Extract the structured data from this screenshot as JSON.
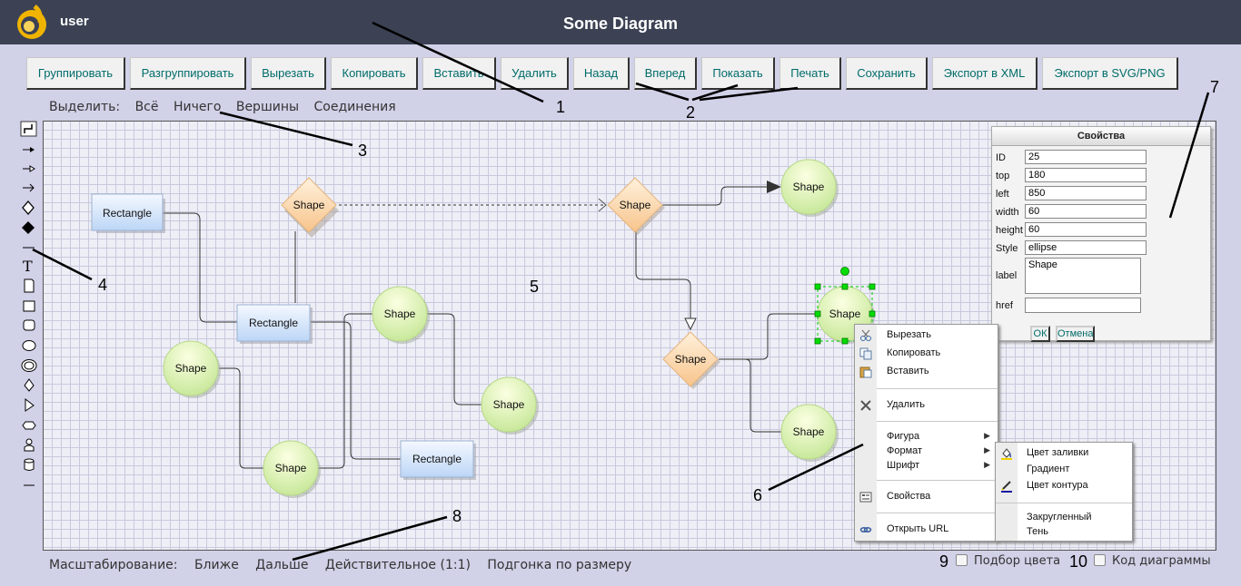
{
  "header": {
    "user": "user",
    "title": "Some Diagram"
  },
  "toolbar": {
    "buttons": [
      {
        "key": "group",
        "label": "Группировать"
      },
      {
        "key": "ungroup",
        "label": "Разгруппировать"
      },
      {
        "key": "cut",
        "label": "Вырезать"
      },
      {
        "key": "copy",
        "label": "Копировать"
      },
      {
        "key": "paste",
        "label": "Вставить"
      },
      {
        "key": "delete",
        "label": "Удалить"
      },
      {
        "key": "back",
        "label": "Назад"
      },
      {
        "key": "forward",
        "label": "Вперед"
      },
      {
        "key": "show",
        "label": "Показать"
      },
      {
        "key": "print",
        "label": "Печать"
      },
      {
        "key": "save",
        "label": "Сохранить"
      },
      {
        "key": "export-xml",
        "label": "Экспорт в XML"
      },
      {
        "key": "export-svg",
        "label": "Экспорт в SVG/PNG"
      }
    ]
  },
  "select_bar": {
    "label": "Выделить:",
    "all": "Всё",
    "none": "Ничего",
    "vertices": "Вершины",
    "edges": "Соединения"
  },
  "tools": [
    {
      "name": "connector-tool-icon"
    },
    {
      "name": "arrow-filled-icon"
    },
    {
      "name": "arrow-open-icon"
    },
    {
      "name": "arrow-simple-icon"
    },
    {
      "name": "diamond-outline-icon"
    },
    {
      "name": "diamond-filled-icon"
    },
    {
      "name": "line-icon"
    },
    {
      "name": "text-tool-icon"
    },
    {
      "name": "page-icon"
    },
    {
      "name": "rectangle-tool-icon"
    },
    {
      "name": "rounded-rectangle-tool-icon"
    },
    {
      "name": "ellipse-tool-icon"
    },
    {
      "name": "double-ellipse-tool-icon"
    },
    {
      "name": "rhombus-tool-icon"
    },
    {
      "name": "triangle-tool-icon"
    },
    {
      "name": "hexagon-tool-icon"
    },
    {
      "name": "actor-tool-icon"
    },
    {
      "name": "cylinder-tool-icon"
    },
    {
      "name": "horizontal-line-tool-icon"
    }
  ],
  "canvas": {
    "nodes": [
      {
        "id": "r1",
        "type": "rect",
        "label": "Rectangle"
      },
      {
        "id": "r2",
        "type": "rect",
        "label": "Rectangle"
      },
      {
        "id": "r3",
        "type": "rect",
        "label": "Rectangle"
      },
      {
        "id": "d1",
        "type": "diamond",
        "label": "Shape"
      },
      {
        "id": "d2",
        "type": "diamond",
        "label": "Shape"
      },
      {
        "id": "d3",
        "type": "diamond",
        "label": "Shape"
      },
      {
        "id": "e1",
        "type": "ellipse",
        "label": "Shape"
      },
      {
        "id": "e2",
        "type": "ellipse",
        "label": "Shape"
      },
      {
        "id": "e3",
        "type": "ellipse",
        "label": "Shape"
      },
      {
        "id": "e4",
        "type": "ellipse",
        "label": "Shape"
      },
      {
        "id": "e5",
        "type": "ellipse",
        "label": "Shape"
      },
      {
        "id": "e6",
        "type": "ellipse",
        "label": "Shape",
        "selected": true
      },
      {
        "id": "e7",
        "type": "ellipse",
        "label": "Shape"
      }
    ],
    "colors": {
      "rect_top": "#f4f8ff",
      "rect_bottom": "#bcd6f6",
      "diamond_top": "#fff1dc",
      "diamond_bottom": "#f7c48c",
      "ellipse_top": "#fbffe2",
      "ellipse_bottom": "#c8e89a",
      "selection": "#00cc00"
    }
  },
  "properties": {
    "title": "Свойства",
    "id_label": "ID",
    "id_value": "25",
    "top_label": "top",
    "top_value": "180",
    "left_label": "left",
    "left_value": "850",
    "width_label": "width",
    "width_value": "60",
    "height_label": "height",
    "height_value": "60",
    "style_label": "Style",
    "style_value": "ellipse",
    "label_label": "label",
    "label_value": "Shape",
    "href_label": "href",
    "href_value": "",
    "ok": "ОК",
    "cancel": "Отмена"
  },
  "context_menu": {
    "cut": "Вырезать",
    "copy": "Копировать",
    "paste": "Вставить",
    "delete": "Удалить",
    "shape": "Фигура",
    "format": "Формат",
    "font": "Шрифт",
    "properties": "Свойства",
    "open_url": "Открыть URL"
  },
  "submenu": {
    "fill_color": "Цвет заливки",
    "gradient": "Градиент",
    "stroke_color": "Цвет контура",
    "rounded": "Закругленный",
    "shadow": "Тень"
  },
  "zoom_bar": {
    "label": "Масштабирование:",
    "in": "Ближе",
    "out": "Дальше",
    "actual": "Действительное (1:1)",
    "fit": "Подгонка по размеру"
  },
  "options": {
    "color_picker": "Подбор цвета",
    "diagram_code": "Код диаграммы"
  },
  "annotations": {
    "n1": "1",
    "n2": "2",
    "n3": "3",
    "n4": "4",
    "n5": "5",
    "n6": "6",
    "n7": "7",
    "n8": "8",
    "n9": "9",
    "n10": "10"
  }
}
